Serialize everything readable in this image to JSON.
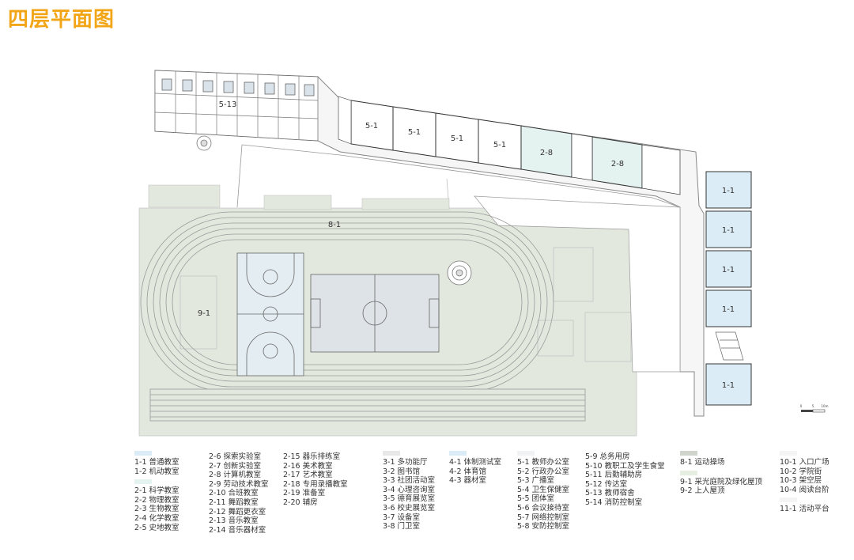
{
  "title": "四层平面图",
  "colors": {
    "title": "#f2a516",
    "classroom": "#dbecf6",
    "science": "#e4f2f0",
    "sport_field": "#e2e8de",
    "green_roof": "#e5eee0",
    "function": "#e8e8e8",
    "office": "#f1f2f4",
    "plaza": "#f4f4f4"
  },
  "plan_labels": {
    "a_5_1": "5-1",
    "b_5_1": "5-1",
    "c_5_1": "5-1",
    "d_5_1": "5-1",
    "a_2_8": "2-8",
    "b_2_8": "2-8",
    "a_1_1": "1-1",
    "b_1_1": "1-1",
    "c_1_1": "1-1",
    "d_1_1": "1-1",
    "e_1_1": "1-1",
    "dorm": "5-13",
    "track": "8-1",
    "roof": "9-1"
  },
  "legend": {
    "col1": [
      "1-1 普通教室",
      "1-2 机动教室",
      "",
      "2-1 科学教室",
      "2-2 物理教室",
      "2-3 生物教室",
      "2-4 化学教室",
      "2-5 史地教室"
    ],
    "col2": [
      "2-6 探索实验室",
      "2-7 创新实验室",
      "2-8 计算机教室",
      "2-9 劳动技术教室",
      "2-10 合班教室",
      "2-11 舞蹈教室",
      "2-12 舞蹈更衣室",
      "2-13 音乐教室",
      "2-14 音乐器材室"
    ],
    "col3": [
      "2-15 器乐排练室",
      "2-16 美术教室",
      "2-17 艺术教室",
      "2-18 专用录播教室",
      "2-19 准备室",
      "2-20 辅房"
    ],
    "col4": [
      "3-1 多功能厅",
      "3-2 图书馆",
      "3-3 社团活动室",
      "3-4 心理咨询室",
      "3-5 德育展览室",
      "3-6 校史展览室",
      "3-7 设备室",
      "3-8 门卫室"
    ],
    "col5": [
      "4-1 体制测试室",
      "4-2 体育馆",
      "4-3 器材室"
    ],
    "col6": [
      "5-1 教师办公室",
      "5-2 行政办公室",
      "5-3 广播室",
      "5-4 卫生保健室",
      "5-5 团体室",
      "5-6 会议接待室",
      "5-7 网络控制室",
      "5-8 安防控制室"
    ],
    "col7": [
      "5-9 总务用房",
      "5-10 教职工及学生食堂",
      "5-11 后勤辅助房",
      "5-12 传达室",
      "5-13 教师宿舍",
      "5-14 消防控制室"
    ],
    "col8": [
      "8-1 运动操场",
      "",
      "9-1 采光庭院及绿化屋顶",
      "9-2 上人屋顶"
    ],
    "col9": [
      "10-1 入口广场",
      "10-2 学院街",
      "10-3 架空层",
      "10-4 阅读台阶",
      "",
      "11-1 活动平台"
    ]
  },
  "scale_bar": {
    "marks": [
      "0",
      "5",
      "10m"
    ]
  }
}
